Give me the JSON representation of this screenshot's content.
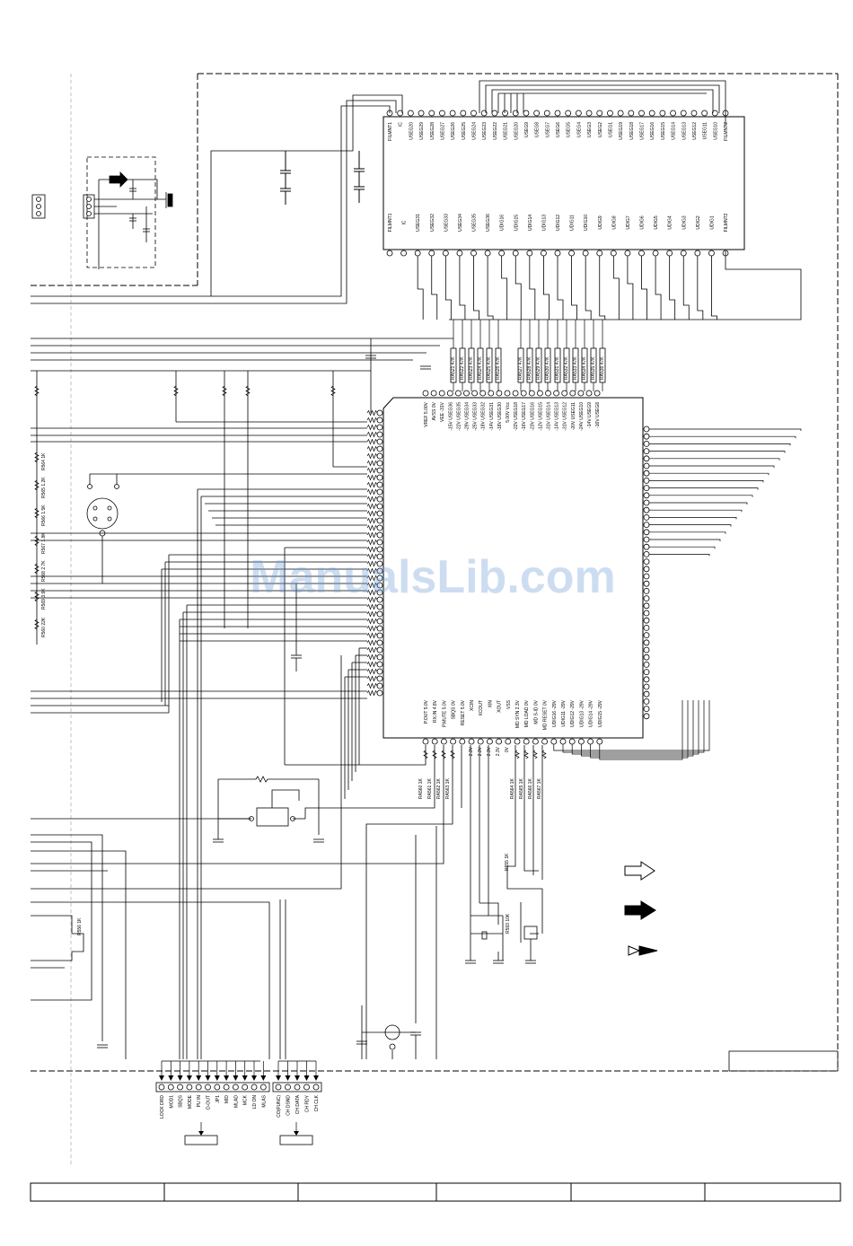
{
  "watermark": "ManualsLib.com",
  "fl_display": {
    "top_pins": [
      "FILMNT1",
      "IC",
      "USEG20",
      "USEG29",
      "USEG28",
      "USEG27",
      "USEG26",
      "USEG25",
      "USEG24",
      "USEG23",
      "USEG22",
      "USEG21",
      "USEG20",
      "USEG9",
      "USEG8",
      "USEG7",
      "USEG6",
      "USEG5",
      "USEG4",
      "USEG3",
      "USEG2",
      "USEG1",
      "USEG19",
      "USEG18",
      "USEG17",
      "USEG16",
      "USEG15",
      "USEG14",
      "USEG13",
      "USEG12",
      "USEG11",
      "USEG10",
      "FILMNT2"
    ],
    "bottom_pins": [
      "FILMNT1",
      "IC",
      "USEG31",
      "USEG32",
      "USEG33",
      "USEG34",
      "USEG35",
      "USEG36",
      "UDIG16",
      "UDIG15",
      "UDIG14",
      "UDIG13",
      "UDIG12",
      "UDIG11",
      "UDIG10",
      "UDIG9",
      "UDIG8",
      "UDIG7",
      "UDIG6",
      "UDIG5",
      "UDIG4",
      "UDIG3",
      "UDIG2",
      "UDIG1",
      "FILMNT2"
    ]
  },
  "mcu_top_labels": [
    "VREF 5.00V",
    "AVSS 0V",
    "VEE -31V",
    "-15V USEG36",
    "-22V USEG35",
    "-29V USEG34",
    "-25V USEG33",
    "-18V USEG32",
    "-14V USEG31",
    "-18V USEG30",
    "5.00V Vcc",
    "-22V USEG18",
    "-16V USEG17",
    "-23V USEG16",
    "-12V USEG15",
    "-31V USEG14",
    "-14V USEG13",
    "-31V USEG12",
    "-20V USEG11",
    "-24V USEG10",
    "-14V USEG9",
    "-16V USEG8"
  ],
  "resistor_array_labels": [
    "RA521 47K",
    "RA522 47K",
    "RA523 47K",
    "RA524 47K",
    "RA525 47K",
    "RA526 47K",
    "RA527 47K",
    "RA528 47K",
    "RA529 47K",
    "RA530 47K",
    "RA531 47K",
    "RA532 47K",
    "RA533 47K",
    "RA534 47K",
    "RA535 47K",
    "RA536 47K"
  ],
  "mcu_bottom_labels": [
    "P.OUT 5.0V",
    "RX.IN 4.8V",
    "P.MUTE 5.0V",
    "SBQS 0V",
    "RESET 5.0V",
    "XCIN",
    "XCOUT",
    "XIN",
    "XOUT",
    "VSS",
    "MD SYN 2.3V",
    "MD LOAD 0V",
    "MD S-ID 0V",
    "MD RESET 0V",
    "UDIG16 -29V",
    "UDIG11 -29V",
    "UDIG12 -29V",
    "UDIG13 -29V",
    "UDIG14 -29V",
    "UDIG15 -29V"
  ],
  "bottom_voltages": [
    "2.3V",
    "2.3V",
    "2.3V",
    "2.3V",
    "0V"
  ],
  "bottom_resistors": [
    "RA560 1K",
    "RA561 1K",
    "RA562 1K",
    "RA563 1K",
    "RA564 1K",
    "RA565 1K",
    "RA566 1K",
    "RA567 1K"
  ],
  "left_resistors": [
    "R564 1K",
    "R565 1.2K",
    "R566 1.5K",
    "R567 1.8K",
    "R568 2.7K",
    "R569 3.9K",
    "R560 22K"
  ],
  "misc_resistors": [
    "R555 1K",
    "R556 1K",
    "R593 10K"
  ],
  "connector_left_pins": [
    "LOCK DRD",
    "MOD1",
    "SBQS",
    "MODE",
    "PU IN",
    "D-OUT",
    "JP1",
    "MID",
    "MLAD",
    "MCK",
    "LD ON",
    "MLAS"
  ],
  "connector_right_pins": [
    "CO(FUNC)",
    "CH DSND",
    "CH DATA",
    "CH RDY",
    "CH CLK"
  ],
  "title_block_cells": [
    "",
    "",
    "",
    "",
    "",
    ""
  ]
}
